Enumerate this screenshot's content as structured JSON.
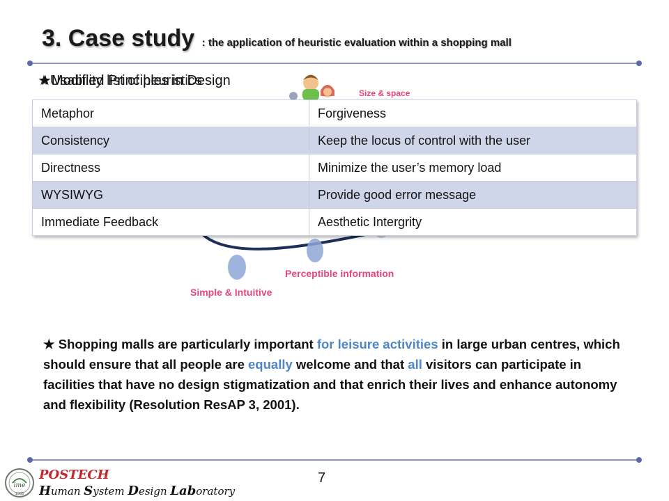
{
  "slide": {
    "title": "3. Case study",
    "subtitle": ": the application of heuristic evaluation within a shopping mall",
    "overlap_header_1": "★Modified Principles in Design",
    "overlap_header_2": "★Usability list of heuristics",
    "page_number": "7"
  },
  "diagram": {
    "labels": {
      "size_space": "Size & space",
      "perceptible": "Perceptible information",
      "simple": "Simple & Intuitive"
    },
    "colors": {
      "label": "#e8457a",
      "arc": "#1f2f5a",
      "dot": "#8ea7d6"
    }
  },
  "heuristics": {
    "rows": [
      [
        "Metaphor",
        "Forgiveness"
      ],
      [
        "Consistency",
        "Keep the locus of control with the user"
      ],
      [
        "Directness",
        "Minimize the user’s memory load"
      ],
      [
        "WYSIWYG",
        "Provide good error message"
      ],
      [
        "Immediate Feedback",
        "Aesthetic Intergrity"
      ]
    ],
    "colors": {
      "even_row": "#d0d6ea",
      "odd_row": "#ffffff"
    }
  },
  "paragraph": {
    "bullet": "★",
    "seg1": " Shopping malls are particularly important ",
    "hl1": "for leisure activities",
    "seg2": " in large urban centres, which should ensure that all people are ",
    "hl2": "equally",
    "seg3": " welcome and that ",
    "hl3": "all",
    "seg4": " visitors can participate in facilities that have no design stigmatization and that enrich their lives and enhance autonomy and flexibility (Resolution ResAP 3, 2001).",
    "highlight_color": "#4f86c6"
  },
  "footer": {
    "org": "POSTECH",
    "lab_parts": [
      "H",
      "uman ",
      "S",
      "ystem ",
      "D",
      "esign ",
      "Lab",
      "oratory"
    ],
    "logo_text": "ime",
    "logo_year": "1985",
    "org_color": "#c0282d"
  }
}
